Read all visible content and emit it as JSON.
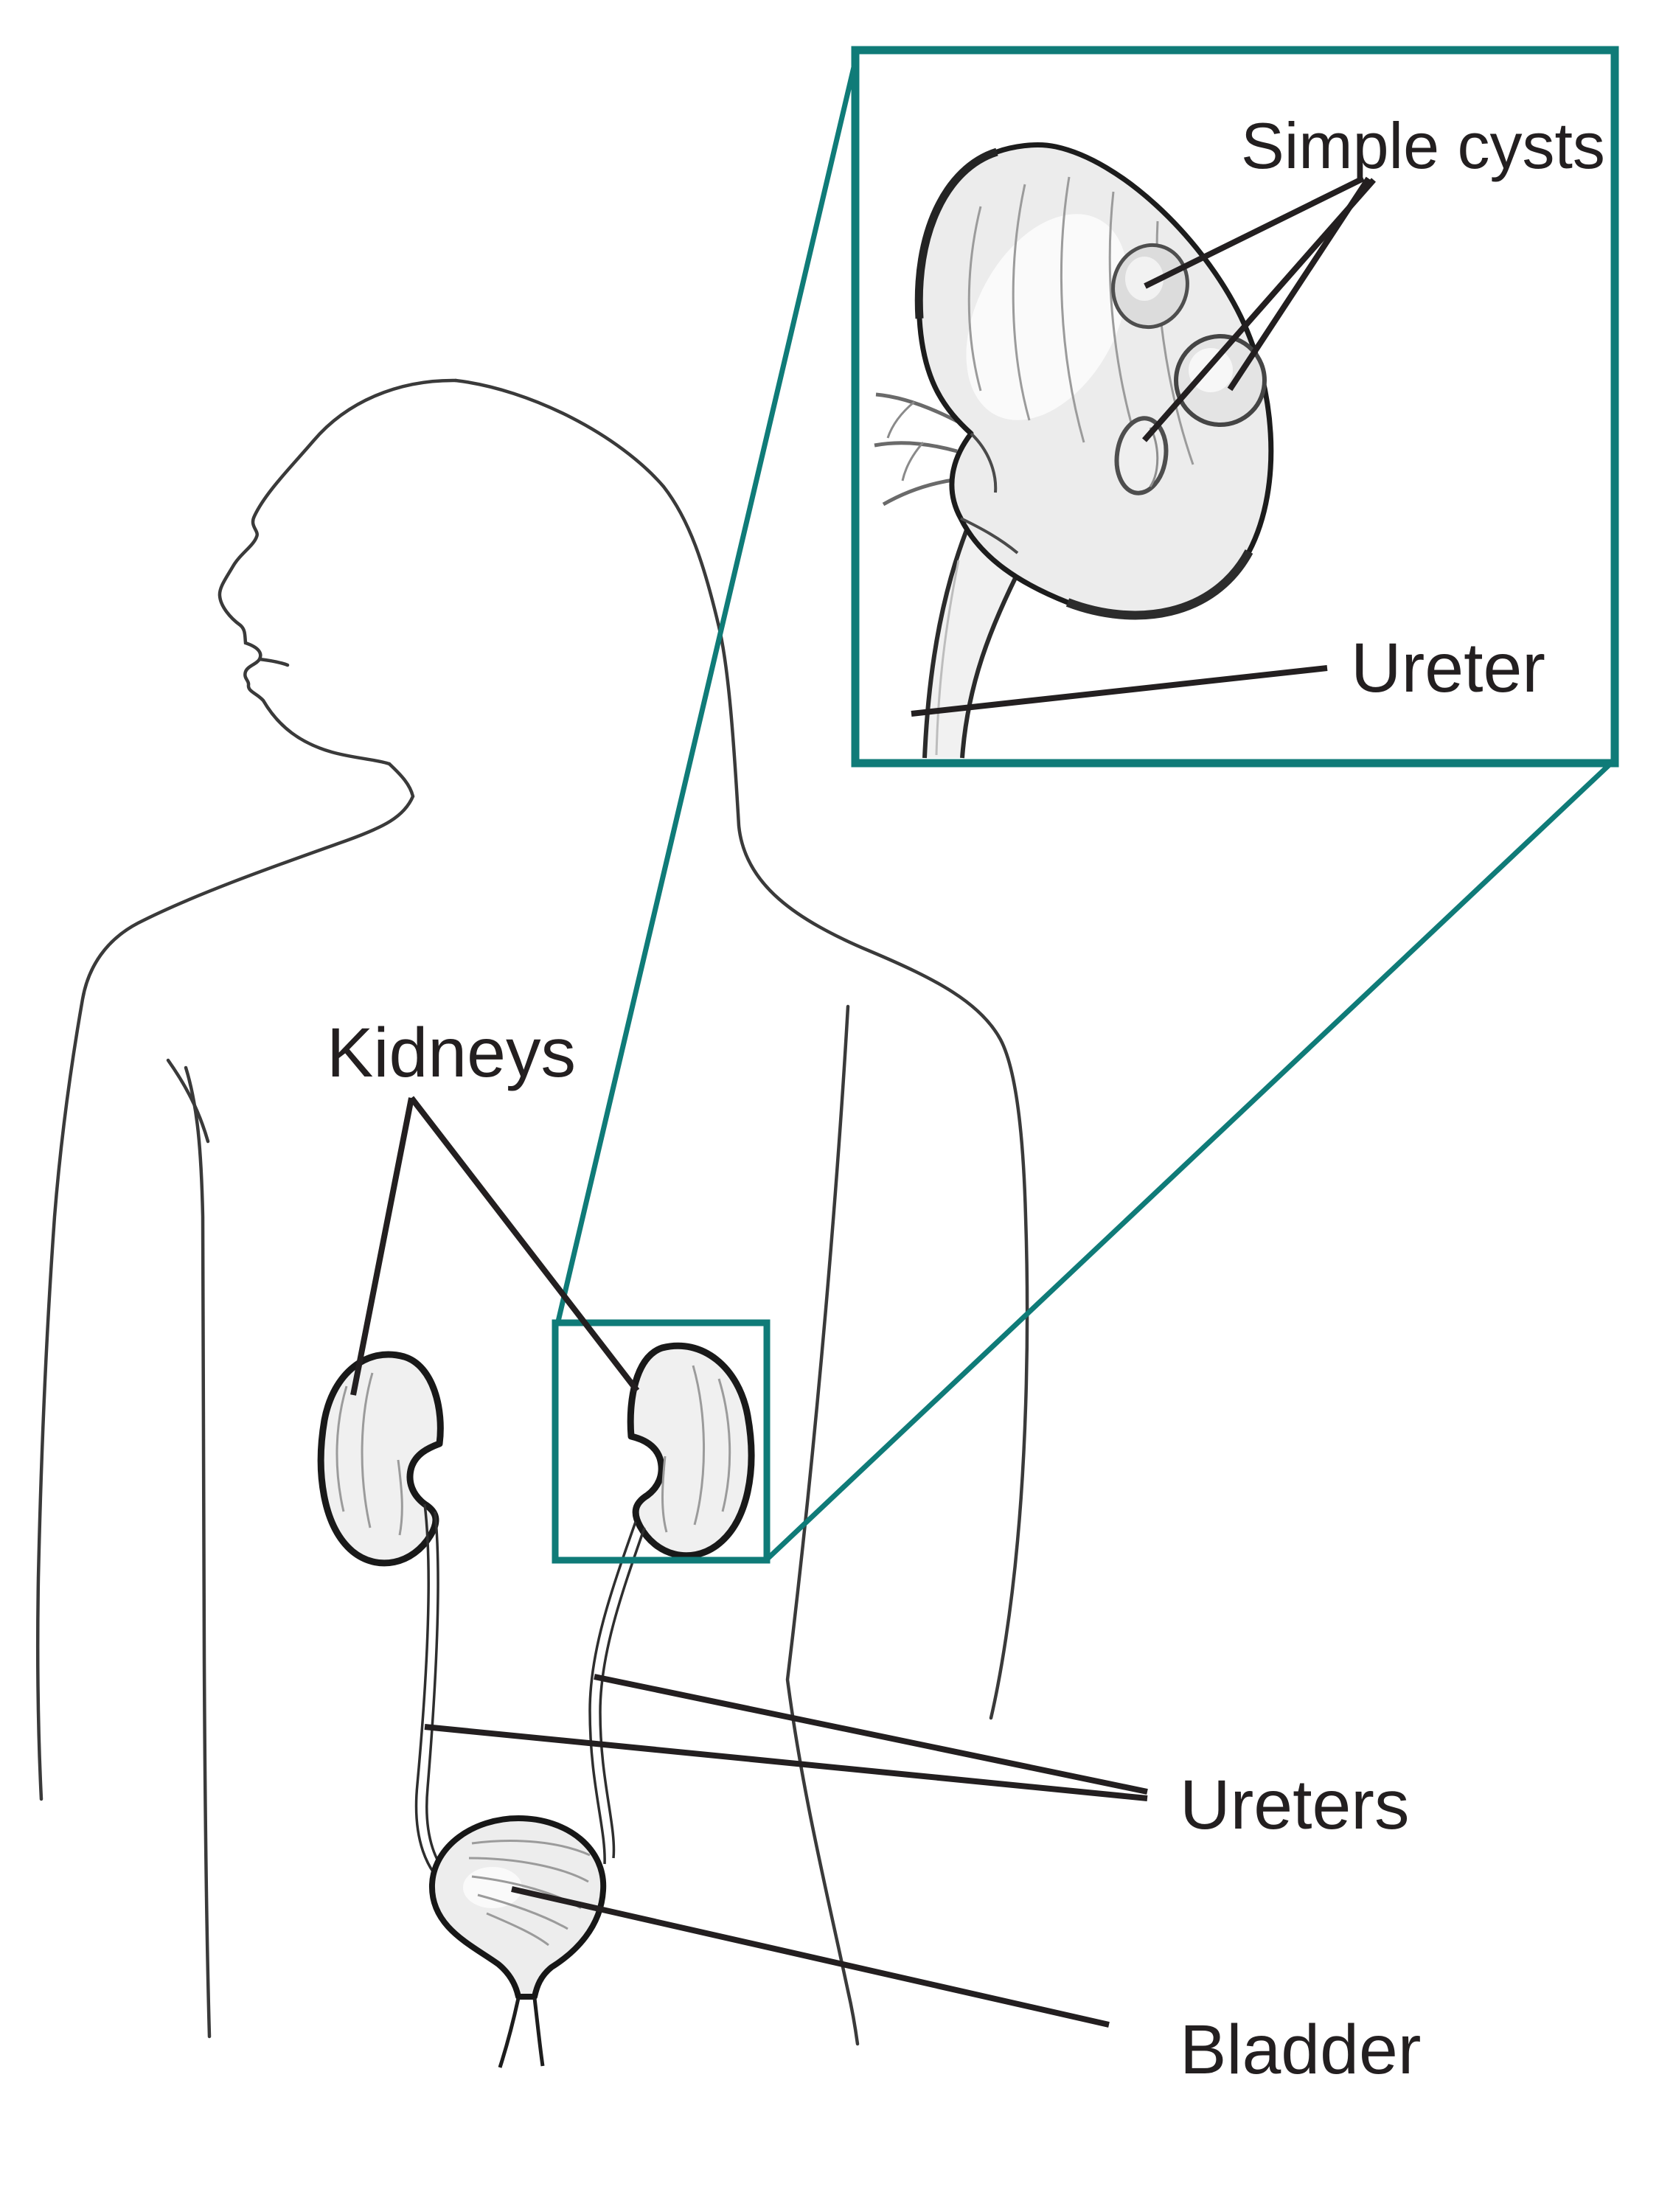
{
  "figure": {
    "labels": {
      "kidneys": "Kidneys",
      "ureters": "Ureters",
      "bladder": "Bladder"
    },
    "inset": {
      "labels": {
        "simple_cysts": "Simple cysts",
        "ureter": "Ureter"
      }
    },
    "colors": {
      "teal": "#0f7b78",
      "ink": "#231f20",
      "outline_gray": "#3a3a3a"
    }
  }
}
